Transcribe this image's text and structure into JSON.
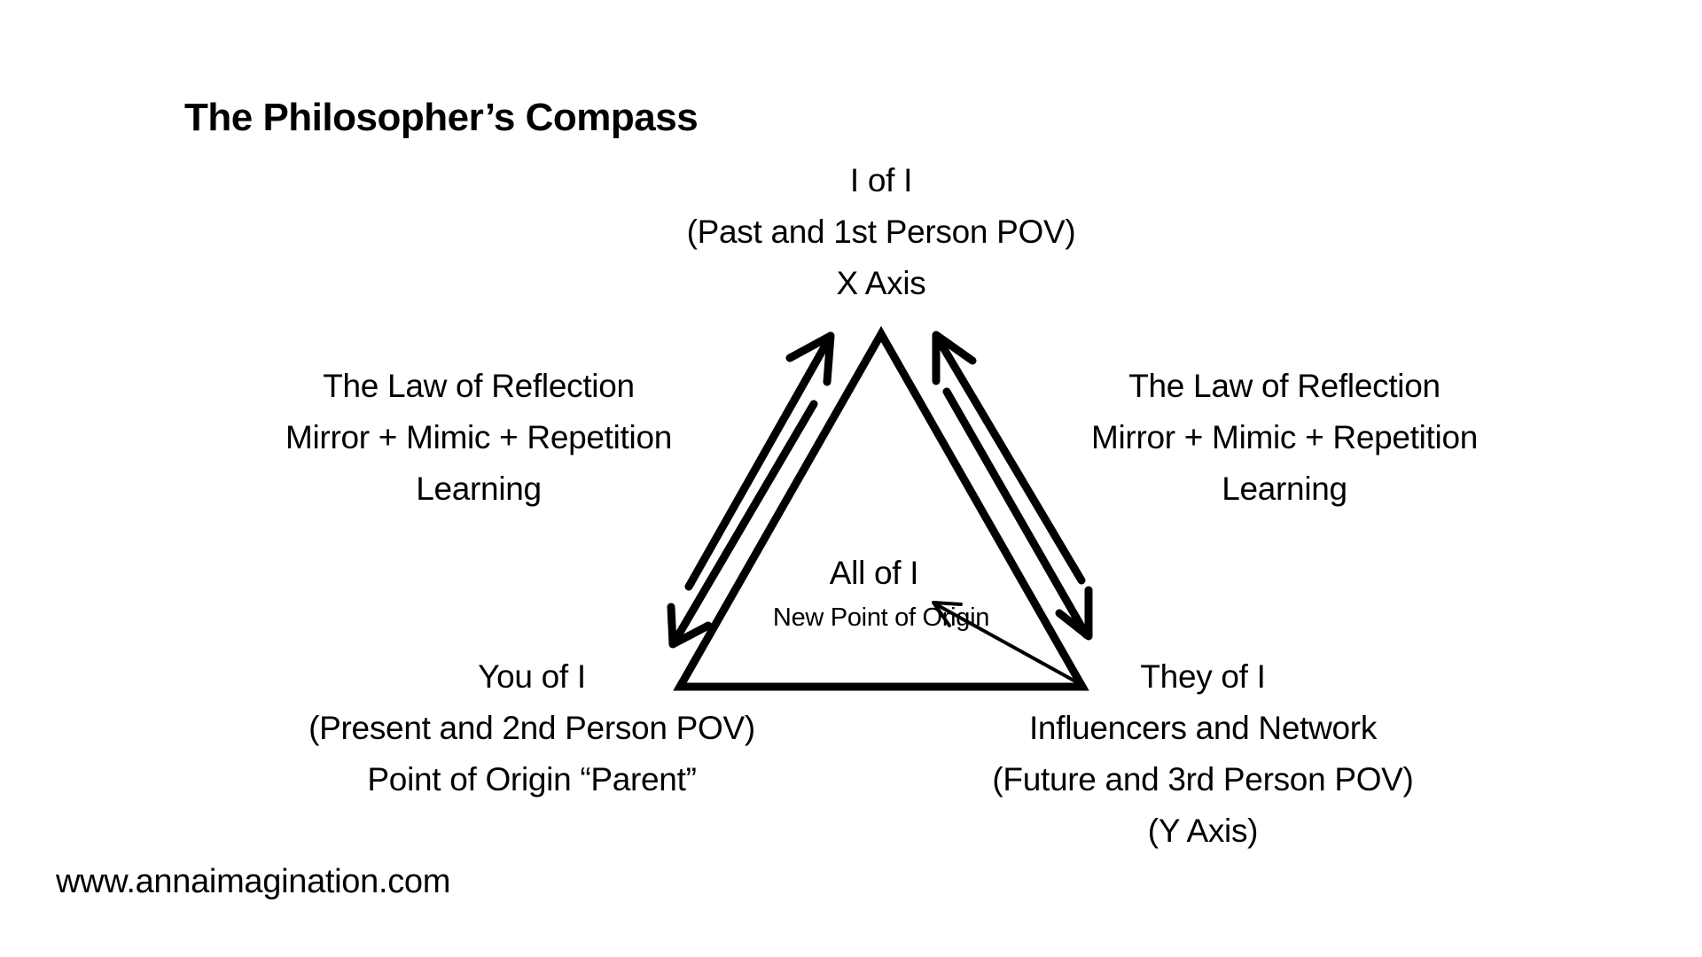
{
  "title": "The Philosopher’s Compass",
  "nodes": {
    "top": {
      "lines": [
        "I of I",
        "(Past and 1st Person POV)",
        "X Axis"
      ]
    },
    "bottom_left": {
      "lines": [
        "You of I",
        "(Present and 2nd Person POV)",
        "Point of Origin “Parent”"
      ]
    },
    "bottom_right": {
      "lines": [
        "They of I",
        "Influencers and Network",
        "(Future and 3rd Person POV)",
        "(Y Axis)"
      ]
    },
    "center": {
      "title": "All of I",
      "subtitle": "New Point of Origin"
    }
  },
  "edges": {
    "left": {
      "lines": [
        "The Law of Reflection",
        "Mirror + Mimic + Repetition",
        "Learning"
      ],
      "direction": "bidirectional"
    },
    "right": {
      "lines": [
        "The Law of Reflection",
        "Mirror + Mimic + Repetition",
        "Learning"
      ],
      "direction": "bidirectional"
    }
  },
  "inner_arrow": {
    "from": "They of I",
    "to": "All of I"
  },
  "footer": {
    "url": "www.annaimagination.com"
  },
  "colors": {
    "background": "#ffffff",
    "ink": "#000000"
  }
}
